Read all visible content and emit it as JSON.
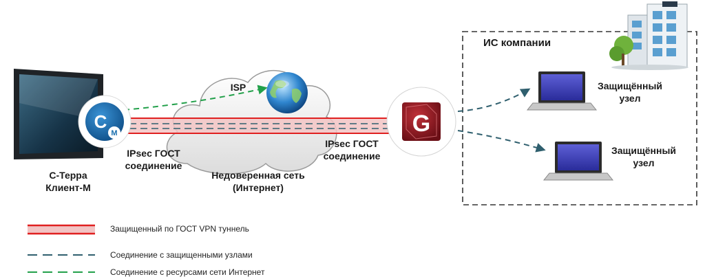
{
  "nodes": {
    "client": {
      "line1": "С-Терра",
      "line2": "Клиент-М",
      "badge": "C",
      "badge_sub": "M"
    },
    "isp": {
      "label": "ISP"
    },
    "cloud": {
      "line1": "Недоверенная сеть",
      "line2": "(Интернет)"
    },
    "gateway": {
      "badge": "G"
    },
    "company": {
      "label": "ИС компании"
    },
    "node1": {
      "line1": "Защищённый",
      "line2": "узел"
    },
    "node2": {
      "line1": "Защищённый",
      "line2": "узел"
    }
  },
  "connections": {
    "left": {
      "line1": "IPsec  ГОСТ",
      "line2": "соединение"
    },
    "right": {
      "line1": "IPsec  ГОСТ",
      "line2": "соединение"
    }
  },
  "legend": {
    "tunnel": "Защищенный по ГОСТ VPN туннель",
    "protected": "Соединение с защищенными узлами",
    "internet": "Соединение с ресурсами сети Интернет"
  },
  "colors": {
    "tunnel_border": "#e02020",
    "tunnel_fill": "#f2c4c4",
    "protected_line": "#2f5f6e",
    "internet_line": "#22a04a",
    "client_badge": "#1a6fae",
    "gateway_badge": "#8a1c22"
  }
}
